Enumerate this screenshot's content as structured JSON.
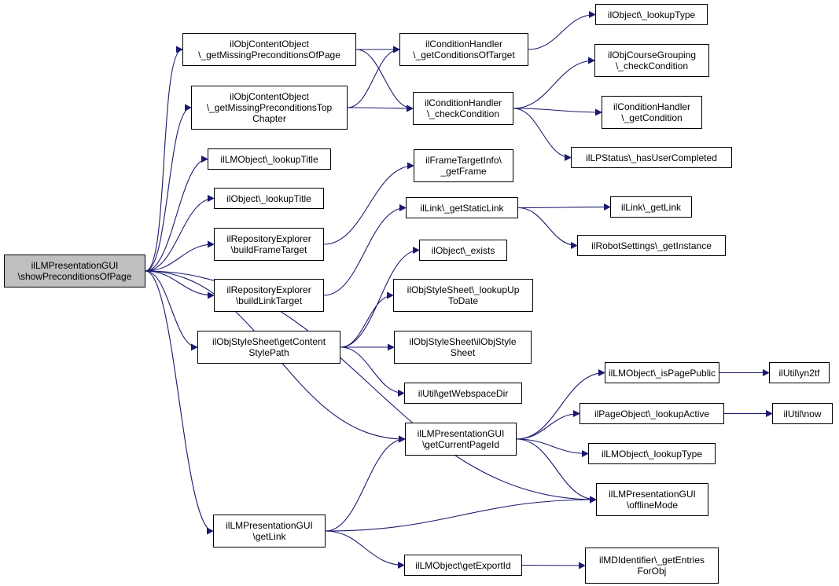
{
  "graph": {
    "edge_color": "#191970",
    "root_fill": "#bfbfbf",
    "nodes": {
      "root": {
        "lines": [
          "ilLMPresentationGUI",
          "\\showPreconditionsOfPage"
        ],
        "is_root": true
      },
      "n1": {
        "lines": [
          "ilObjContentObject",
          "\\_getMissingPreconditionsOfPage"
        ]
      },
      "n2": {
        "lines": [
          "ilObjContentObject",
          "\\_getMissingPreconditionsTop",
          "Chapter"
        ]
      },
      "n3": {
        "lines": [
          "ilLMObject\\_lookupTitle"
        ]
      },
      "n4": {
        "lines": [
          "ilObject\\_lookupTitle"
        ]
      },
      "n5": {
        "lines": [
          "ilRepositoryExplorer",
          "\\buildFrameTarget"
        ]
      },
      "n6": {
        "lines": [
          "ilRepositoryExplorer",
          "\\buildLinkTarget"
        ]
      },
      "n7": {
        "lines": [
          "ilObjStyleSheet\\getContent",
          "StylePath"
        ]
      },
      "n8": {
        "lines": [
          "ilLMPresentationGUI",
          "\\getLink"
        ]
      },
      "n9": {
        "lines": [
          "ilConditionHandler",
          "\\_getConditionsOfTarget"
        ]
      },
      "n10": {
        "lines": [
          "ilConditionHandler",
          "\\_checkCondition"
        ]
      },
      "n11": {
        "lines": [
          "ilFrameTargetInfo\\",
          "_getFrame"
        ]
      },
      "n12": {
        "lines": [
          "ilLink\\_getStaticLink"
        ]
      },
      "n13": {
        "lines": [
          "ilObject\\_exists"
        ]
      },
      "n14": {
        "lines": [
          "ilObjStyleSheet\\_lookupUp",
          "ToDate"
        ]
      },
      "n15": {
        "lines": [
          "ilObjStyleSheet\\ilObjStyle",
          "Sheet"
        ]
      },
      "n16": {
        "lines": [
          "ilUtil\\getWebspaceDir"
        ]
      },
      "n17": {
        "lines": [
          "ilLMPresentationGUI",
          "\\getCurrentPageId"
        ]
      },
      "n18": {
        "lines": [
          "ilLMObject\\getExportId"
        ]
      },
      "n19": {
        "lines": [
          "ilObject\\_lookupType"
        ]
      },
      "n20": {
        "lines": [
          "ilObjCourseGrouping",
          "\\_checkCondition"
        ]
      },
      "n21": {
        "lines": [
          "ilConditionHandler",
          "\\_getCondition"
        ]
      },
      "n22": {
        "lines": [
          "ilLPStatus\\_hasUserCompleted"
        ]
      },
      "n23": {
        "lines": [
          "ilLink\\_getLink"
        ]
      },
      "n24": {
        "lines": [
          "ilRobotSettings\\_getInstance"
        ]
      },
      "n25": {
        "lines": [
          "ilLMObject\\_isPagePublic"
        ]
      },
      "n26": {
        "lines": [
          "ilPageObject\\_lookupActive"
        ]
      },
      "n27": {
        "lines": [
          "ilLMObject\\_lookupType"
        ]
      },
      "n28": {
        "lines": [
          "ilLMPresentationGUI",
          "\\offlineMode"
        ]
      },
      "n29": {
        "lines": [
          "ilMDIdentifier\\_getEntries",
          "ForObj"
        ]
      },
      "n30": {
        "lines": [
          "ilUtil\\yn2tf"
        ]
      },
      "n31": {
        "lines": [
          "ilUtil\\now"
        ]
      }
    },
    "edges": [
      [
        "root",
        "n1"
      ],
      [
        "root",
        "n2"
      ],
      [
        "root",
        "n3"
      ],
      [
        "root",
        "n4"
      ],
      [
        "root",
        "n5"
      ],
      [
        "root",
        "n6"
      ],
      [
        "root",
        "n7"
      ],
      [
        "root",
        "n17"
      ],
      [
        "root",
        "n28"
      ],
      [
        "root",
        "n8"
      ],
      [
        "n1",
        "n9"
      ],
      [
        "n1",
        "n10"
      ],
      [
        "n2",
        "n9"
      ],
      [
        "n2",
        "n10"
      ],
      [
        "n9",
        "n19"
      ],
      [
        "n10",
        "n20"
      ],
      [
        "n10",
        "n21"
      ],
      [
        "n10",
        "n22"
      ],
      [
        "n5",
        "n11"
      ],
      [
        "n6",
        "n12"
      ],
      [
        "n12",
        "n23"
      ],
      [
        "n12",
        "n24"
      ],
      [
        "n7",
        "n13"
      ],
      [
        "n7",
        "n14"
      ],
      [
        "n7",
        "n15"
      ],
      [
        "n7",
        "n16"
      ],
      [
        "n8",
        "n17"
      ],
      [
        "n8",
        "n28"
      ],
      [
        "n8",
        "n18"
      ],
      [
        "n17",
        "n25"
      ],
      [
        "n17",
        "n26"
      ],
      [
        "n17",
        "n27"
      ],
      [
        "n17",
        "n28"
      ],
      [
        "n25",
        "n30"
      ],
      [
        "n26",
        "n31"
      ],
      [
        "n18",
        "n29"
      ]
    ]
  }
}
